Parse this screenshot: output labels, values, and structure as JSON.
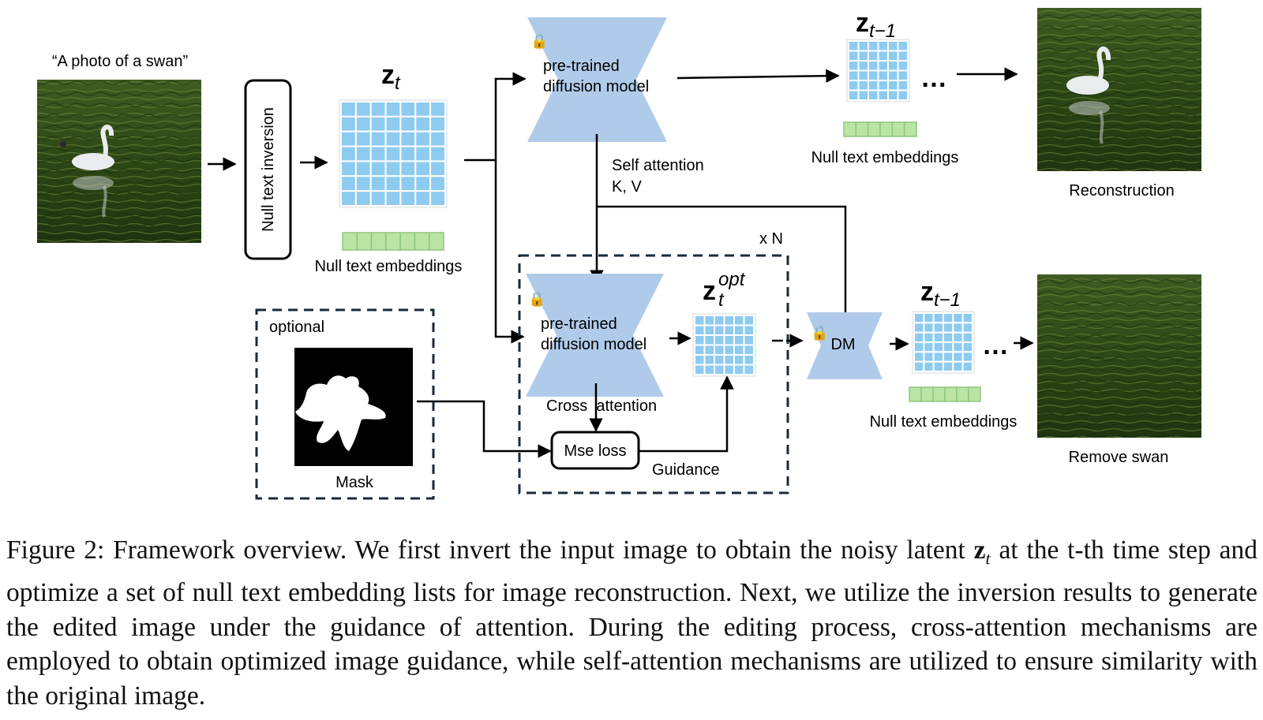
{
  "prompt_text": "“A photo of a swan”",
  "null_text_inversion": "Null text inversion",
  "latent_label": {
    "main": "z",
    "sub": "t"
  },
  "latent_prev_label": {
    "main": "z",
    "sub": "t−1"
  },
  "latent_opt_label": {
    "main": "z",
    "sub": "t",
    "sup": "opt"
  },
  "pretrained_model_label": [
    "pre-trained",
    "diffusion model"
  ],
  "null_text_embeddings": "Null text embeddings",
  "self_attention": [
    "Self attention",
    "K, V"
  ],
  "reconstruction": "Reconstruction",
  "remove_swan": "Remove swan",
  "repeat_label": "x N",
  "optional": "optional",
  "mask": "Mask",
  "cross_attention": "Cross  attention",
  "mse_loss": "Mse loss",
  "guidance": "Guidance",
  "dm": "DM",
  "ellipsis": "…",
  "colors": {
    "grid": "#8ecbf0",
    "embedding": "#b9e4a6",
    "model": "#b0cbea",
    "pond": "#3d5a20"
  },
  "caption": {
    "part1": "Figure 2: Framework overview. We first invert the input image to obtain the noisy latent ",
    "z": "z",
    "zsub": "t",
    "part2": " at the t-th time step and optimize a set of null text embedding lists for image reconstruction. Next, we utilize the inversion results to generate the edited image under the guidance of attention. During the editing process, cross-attention mechanisms are employed to obtain optimized image guidance, while self-attention mechanisms are utilized to ensure similarity with the original image."
  }
}
